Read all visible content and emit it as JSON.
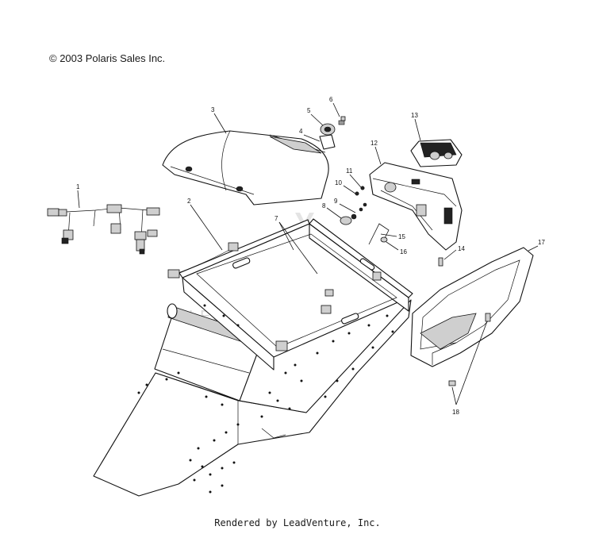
{
  "copyright": "© 2003 Polaris Sales Inc.",
  "footer": "Rendered by LeadVenture, Inc.",
  "watermark": "LEADVENTURE",
  "callouts": [
    "1",
    "2",
    "3",
    "4",
    "5",
    "6",
    "7",
    "8",
    "9",
    "10",
    "11",
    "12",
    "13",
    "14",
    "15",
    "16",
    "17",
    "18"
  ]
}
